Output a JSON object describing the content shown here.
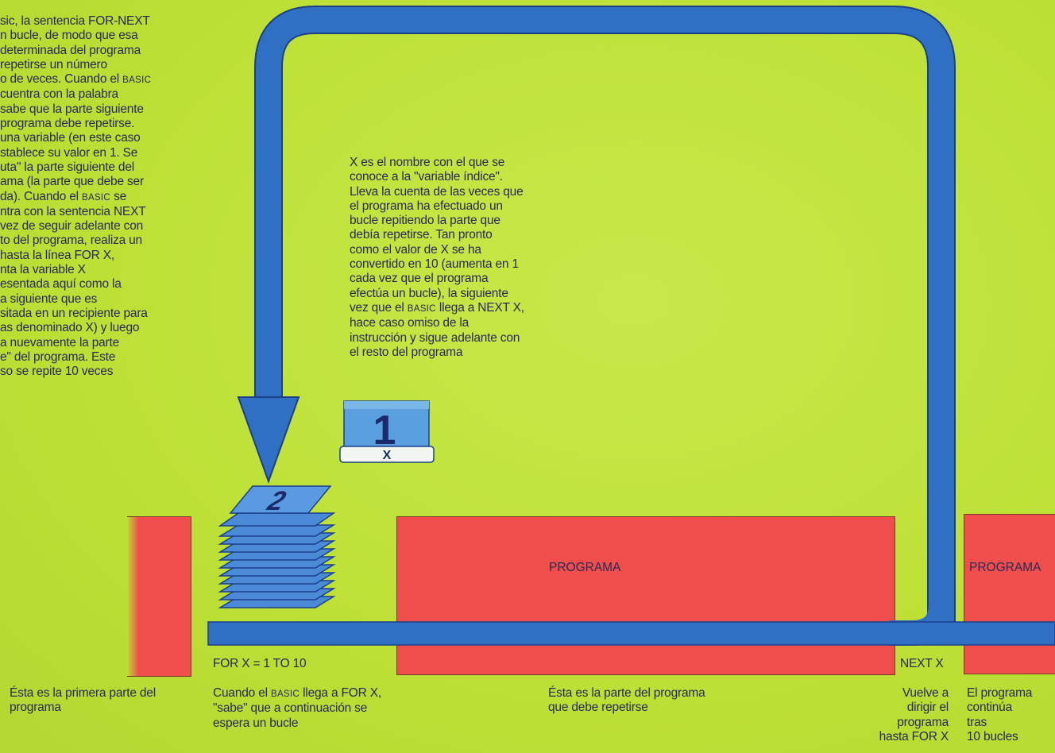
{
  "intro": {
    "line1_pre": "sic, la sentencia FOR-NEXT",
    "line2": "n bucle, de modo que esa",
    "line3": "determinada del programa",
    "line4": "repetirse un número",
    "line5_pre": "o de veces. Cuando el ",
    "line5_sc": "BASIC",
    "line6": "cuentra con la palabra",
    "line7": "sabe que la parte siguiente",
    "line8": "programa debe repetirse.",
    "line9": "una variable (en este caso",
    "line10": "stablece su valor en 1. Se",
    "line11": "uta\" la parte siguiente del",
    "line12": "ama (la parte que debe ser",
    "line13_pre": "da). Cuando el ",
    "line13_sc": "BASIC",
    "line13_post": " se",
    "line14": "ntra con la sentencia NEXT",
    "line15": "vez de seguir adelante con",
    "line16": "to del programa, realiza un",
    "line17": "hasta la línea FOR X,",
    "line18": "nta la variable X",
    "line19": "esentada aquí como la",
    "line20": "a siguiente que es",
    "line21": "sitada en un recipiente para",
    "line22": "as denominado X) y luego",
    "line23": "a nuevamente la parte",
    "line24": "e\" del programa. Este",
    "line25": "so se repite 10 veces"
  },
  "variable_note": {
    "lines": [
      "X es el nombre con el que se",
      "conoce a la \"variable índice\".",
      "Lleva la cuenta de las veces que",
      "el programa ha efectuado un",
      "bucle repitiendo la parte que",
      "debía repetirse. Tan pronto",
      "como el valor de X se ha",
      "convertido en 10 (aumenta en 1",
      "cada vez que el programa",
      "efectúa un bucle), la siguiente"
    ],
    "line11_pre": "vez que el ",
    "line11_sc": "BASIC",
    "line11_post": " llega a NEXT X,",
    "line12": "hace caso omiso de la",
    "line13": "instrucción y sigue adelante con",
    "line14": "el resto del programa"
  },
  "box_x": {
    "value": "1",
    "label": "X"
  },
  "stack": {
    "top_value": "2"
  },
  "blocks": {
    "programa_main": "PROGRAMA",
    "programa_right": "PROGRAMA"
  },
  "labels": {
    "for_statement": "FOR X = 1 TO 10",
    "next_statement": "NEXT X",
    "first_part_1": "Ésta es la primera parte del",
    "first_part_2": "programa",
    "for_desc_1_pre": "Cuando el ",
    "for_desc_1_sc": "BASIC",
    "for_desc_1_post": " llega a FOR X,",
    "for_desc_2": "\"sabe\" que a continuación se",
    "for_desc_3": "espera un bucle",
    "repeat_1": "Ésta es la parte del programa",
    "repeat_2": "que debe repetirse",
    "next_desc": [
      "Vuelve a",
      "dirigir el",
      "programa",
      "hasta FOR X"
    ],
    "continue_desc": [
      "El programa",
      "continúa",
      "tras",
      "10 bucles"
    ]
  },
  "colors": {
    "background": "#bfe13a",
    "loop_blue": "#2f6fc4",
    "block_red": "#f04e4c",
    "text": "#2a2a55"
  }
}
